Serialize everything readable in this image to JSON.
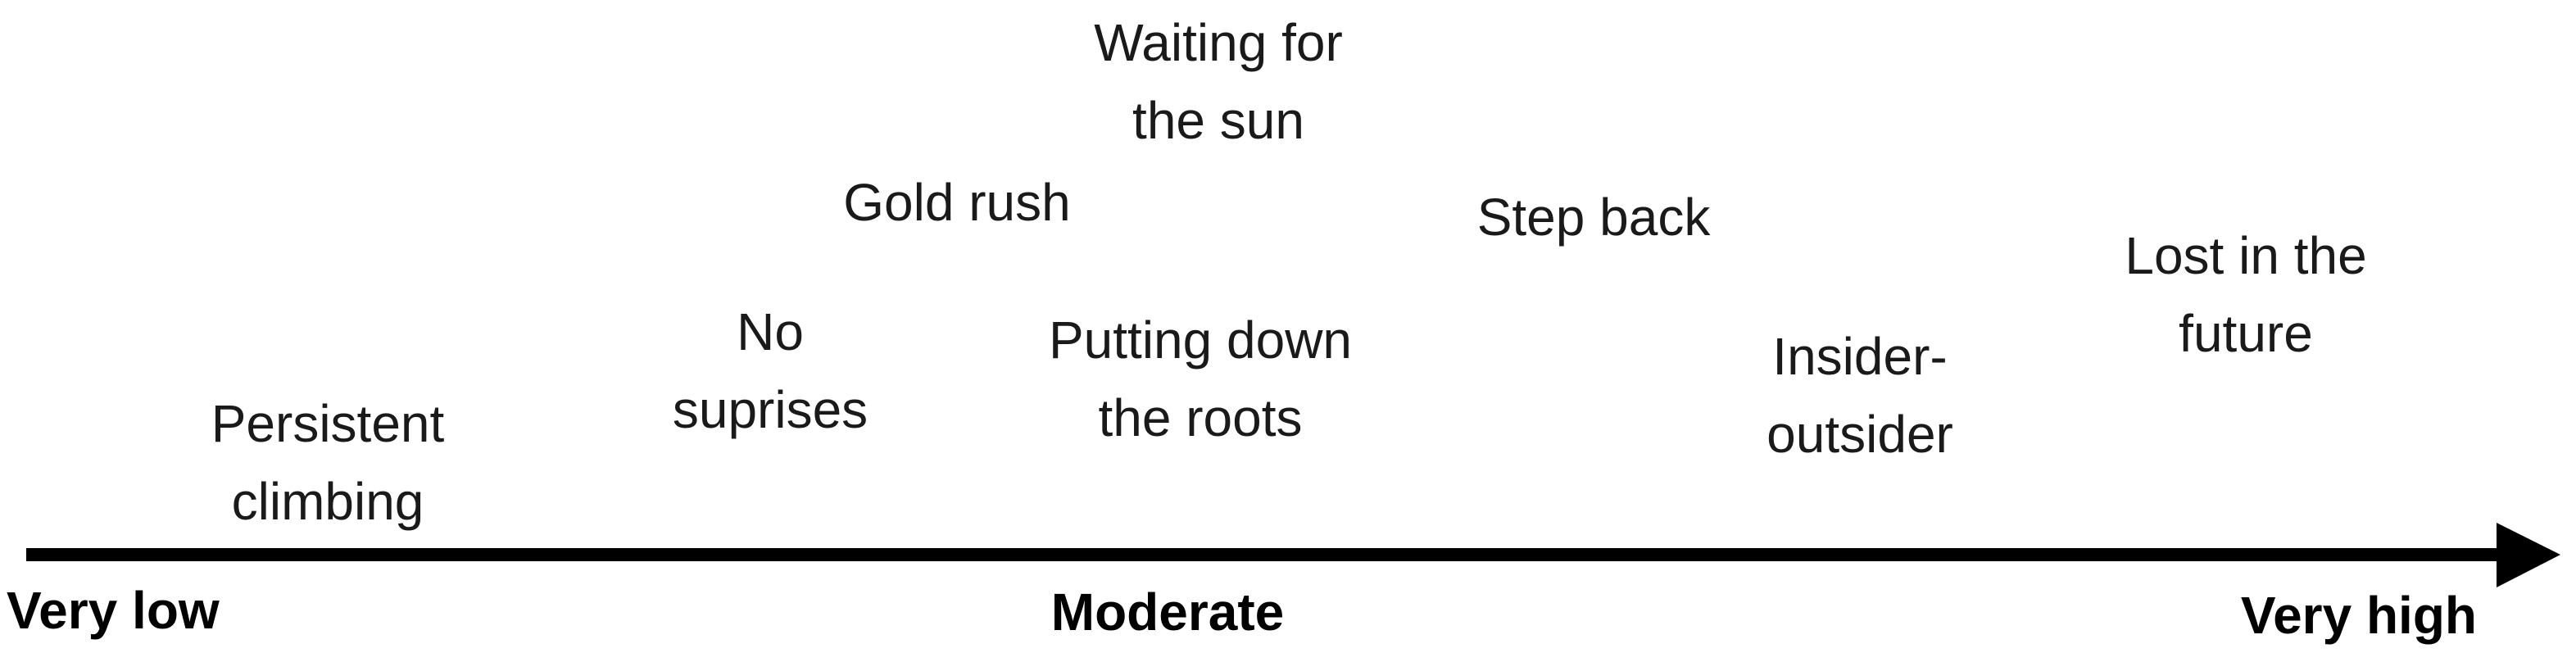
{
  "diagram": {
    "labels": [
      {
        "name": "persistent-climbing",
        "text": "Persistent climbing",
        "lines": [
          "Persistent",
          "climbing"
        ]
      },
      {
        "name": "no-suprises",
        "text": "No suprises",
        "lines": [
          "No",
          "suprises"
        ]
      },
      {
        "name": "gold-rush",
        "text": "Gold rush",
        "lines": [
          "Gold rush"
        ]
      },
      {
        "name": "waiting-for-the-sun",
        "text": "Waiting for the sun",
        "lines": [
          "Waiting for",
          "the sun"
        ]
      },
      {
        "name": "putting-down-the-roots",
        "text": "Putting down the roots",
        "lines": [
          "Putting down",
          "the roots"
        ]
      },
      {
        "name": "step-back",
        "text": "Step back",
        "lines": [
          "Step back"
        ]
      },
      {
        "name": "insider-outsider",
        "text": "Insider-outsider",
        "lines": [
          "Insider-",
          "outsider"
        ]
      },
      {
        "name": "lost-in-the-future",
        "text": "Lost in the future",
        "lines": [
          "Lost in the",
          "future"
        ]
      }
    ],
    "axis": {
      "left_label": "Very low",
      "mid_label": "Moderate",
      "right_label": "Very high",
      "arrow_color": "#000000",
      "text_color": "#1a1a1a"
    }
  }
}
